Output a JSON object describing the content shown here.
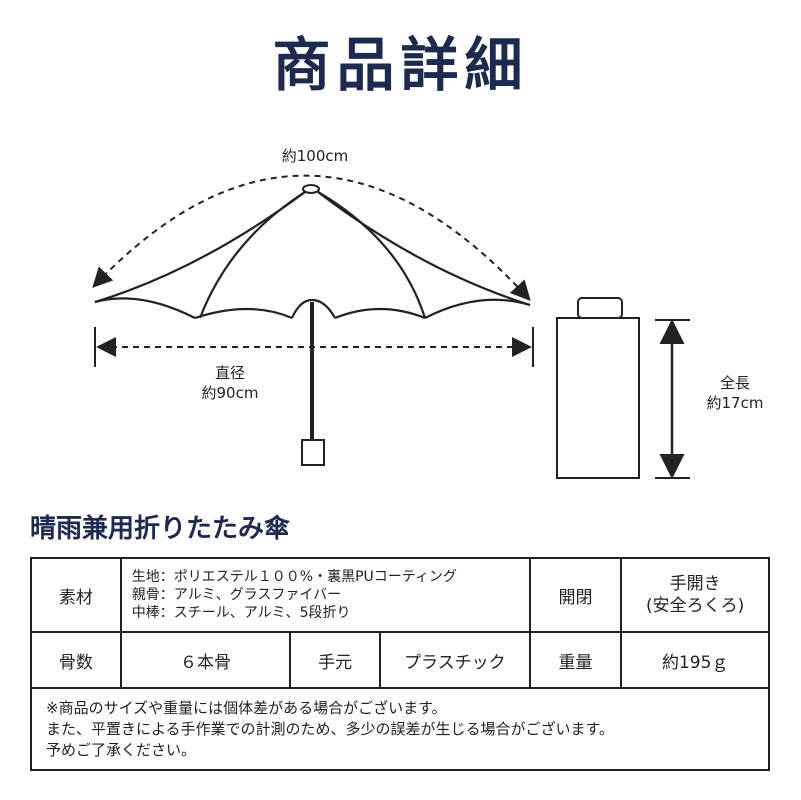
{
  "page": {
    "title": "商品詳細",
    "subtitle": "晴雨兼用折りたたみ傘"
  },
  "diagram": {
    "arc_label": "約100cm",
    "diameter_label": "直径",
    "diameter_value": "約90cm",
    "length_label": "全長",
    "length_value": "約17cm",
    "line_color": "#222222"
  },
  "spec": {
    "material_label": "素材",
    "material_lines": [
      "生地：ポリエステル１００%・裏黒PUコーティング",
      "親骨：アルミ、グラスファイバー",
      "中棒：スチール、アルミ、5段折り"
    ],
    "open_label": "開閉",
    "open_value_1": "手開き",
    "open_value_2": "(安全ろくろ)",
    "ribs_label": "骨数",
    "ribs_value": "６本骨",
    "handle_label": "手元",
    "handle_value": "プラスチック",
    "weight_label": "重量",
    "weight_value": "約195ｇ"
  },
  "notes": [
    "※商品のサイズや重量には個体差がある場合がございます。",
    "また、平置きによる手作業での計測のため、多少の誤差が生じる場合がございます。",
    "予めご了承ください。"
  ],
  "colors": {
    "title": "#1b2a4e",
    "border": "#222222"
  }
}
